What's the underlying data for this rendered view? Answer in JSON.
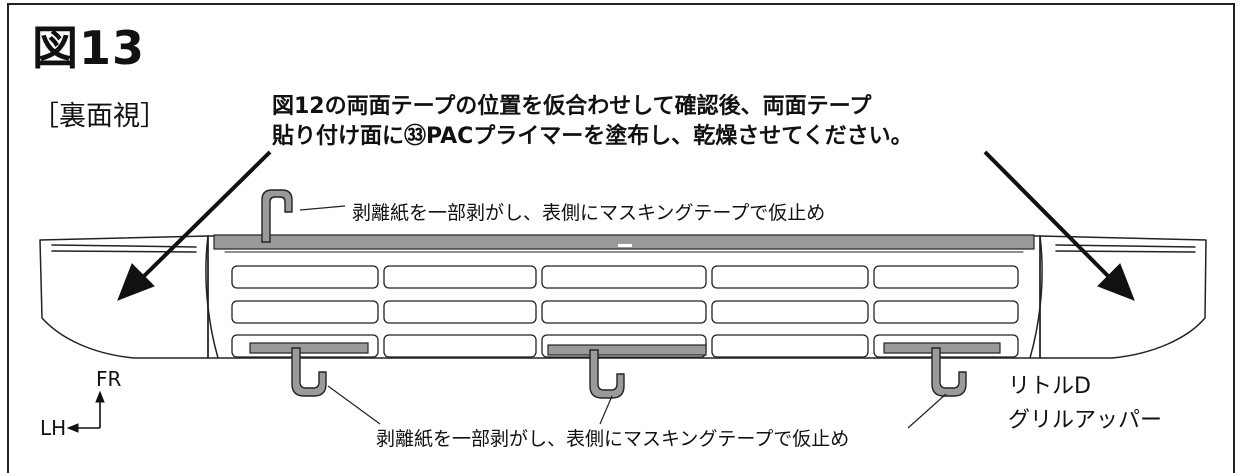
{
  "figure_title": "図13",
  "view_label": "［裏面視］",
  "instruction": {
    "line1": "図12の両面テープの位置を仮合わせして確認後、両面テープ",
    "line2": "貼り付け面に㉝PACプライマーを塗布し、乾燥させてください。"
  },
  "callout_top": "剥離紙を一部剥がし、表側にマスキングテープで仮止め",
  "callout_bottom": "剥離紙を一部剥がし、表側にマスキングテープで仮止め",
  "orientation": {
    "forward": "FR",
    "left": "LH"
  },
  "part_name": {
    "line1": "リトルD",
    "line2": "グリルアッパー"
  },
  "colors": {
    "tape": "#9a9a9a",
    "line": "#222222",
    "background": "#ffffff"
  }
}
